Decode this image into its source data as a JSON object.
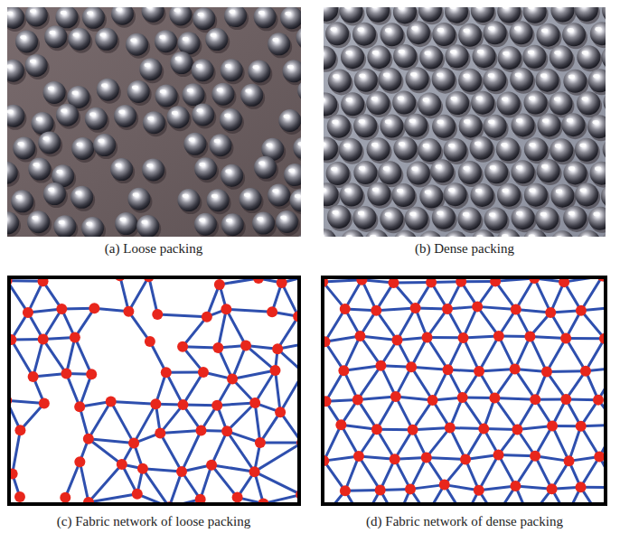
{
  "diagram": {
    "labels": [
      "(a) Loose packing",
      "(b) Dense packing",
      "(c) Fabric network of loose packing",
      "(d) Fabric network of dense packing"
    ]
  }
}
